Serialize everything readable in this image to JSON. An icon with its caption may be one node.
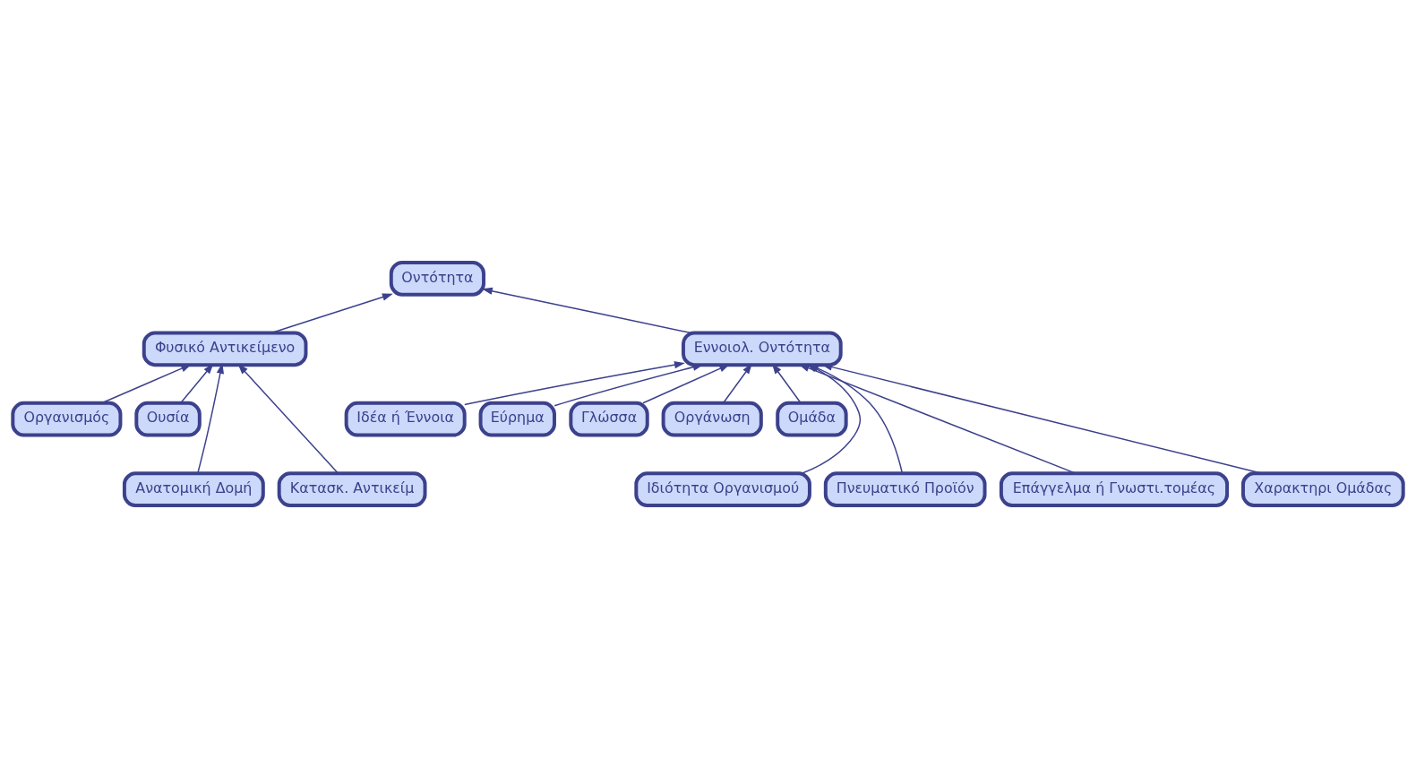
{
  "diagram": {
    "nodes": [
      {
        "text": [
          "Οντότητα"
        ]
      },
      {
        "text": [
          "Φυσικό Αντικείμενο"
        ]
      },
      {
        "text": [
          "Εννοιολ. Οντότητα"
        ]
      },
      {
        "text": [
          "Οργανισμός"
        ]
      },
      {
        "text": [
          "Ουσία"
        ]
      },
      {
        "text": [
          "Ιδέα ή Έννοια"
        ]
      },
      {
        "text": [
          "Εύρημα"
        ]
      },
      {
        "text": [
          "Γλώσσα"
        ]
      },
      {
        "text": [
          "Οργάνωση"
        ]
      },
      {
        "text": [
          "Ομάδα"
        ]
      },
      {
        "text": [
          "Ανατομική Δομή"
        ]
      },
      {
        "text": [
          "Κατασκ. Αντικείμ"
        ]
      },
      {
        "text": [
          "Ιδιότητα Οργανισμού"
        ]
      },
      {
        "text": [
          "Πνευματικό Προϊόν"
        ]
      },
      {
        "text": [
          "Επάγγελμα ή Γνωστι.τομέας"
        ]
      },
      {
        "text": [
          "Χαρακτηρι Ομάδας"
        ]
      }
    ],
    "edges": [
      {
        "from": 1,
        "to": 0,
        "arrow": "to"
      },
      {
        "from": 2,
        "to": 0,
        "arrow": "to"
      },
      {
        "from": 3,
        "to": 1,
        "arrow": "to"
      },
      {
        "from": 10,
        "to": 1,
        "arrow": "to"
      },
      {
        "from": 4,
        "to": 1,
        "arrow": "to"
      },
      {
        "from": 11,
        "to": 1,
        "arrow": "to"
      },
      {
        "from": 5,
        "to": 2,
        "arrow": "to"
      },
      {
        "from": 12,
        "to": 2,
        "arrow": "to"
      },
      {
        "from": 6,
        "to": 2,
        "arrow": "to"
      },
      {
        "from": 13,
        "to": 2,
        "arrow": "to"
      },
      {
        "from": 7,
        "to": 2,
        "arrow": "to"
      },
      {
        "from": 14,
        "to": 2,
        "arrow": "to"
      },
      {
        "from": 8,
        "to": 2,
        "arrow": "to"
      },
      {
        "from": 15,
        "to": 2,
        "arrow": "to"
      },
      {
        "from": 9,
        "to": 2,
        "arrow": "to"
      }
    ]
  }
}
